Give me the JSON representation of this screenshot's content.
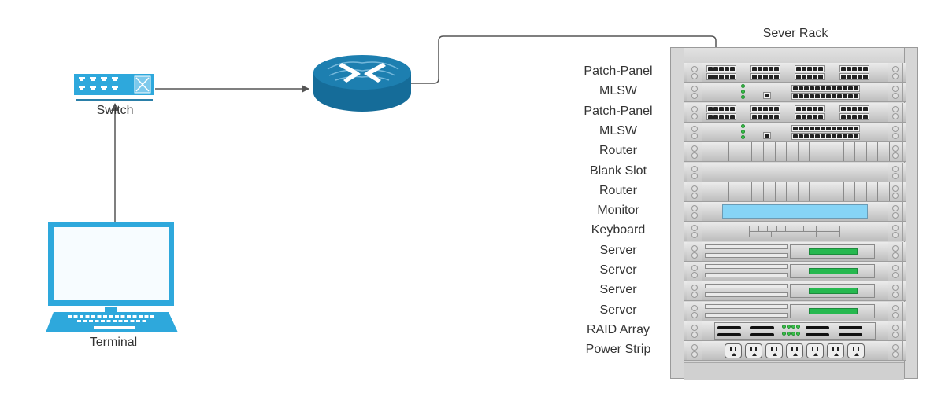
{
  "diagram": {
    "nodes": {
      "switch": {
        "label": "Switch",
        "icon": "network-switch-icon"
      },
      "router": {
        "label": "",
        "icon": "router-icon"
      },
      "terminal": {
        "label": "Terminal",
        "icon": "laptop-icon"
      },
      "rack": {
        "label": "Sever Rack",
        "icon": "server-rack-icon"
      }
    },
    "connections": [
      {
        "from": "terminal",
        "to": "switch"
      },
      {
        "from": "switch",
        "to": "router"
      },
      {
        "from": "router",
        "to": "rack"
      }
    ],
    "rack_units": [
      {
        "label": "Patch-Panel",
        "type": "patch-panel"
      },
      {
        "label": "MLSW",
        "type": "mlsw"
      },
      {
        "label": "Patch-Panel",
        "type": "patch-panel"
      },
      {
        "label": "MLSW",
        "type": "mlsw"
      },
      {
        "label": "Router",
        "type": "router"
      },
      {
        "label": "Blank Slot",
        "type": "blank"
      },
      {
        "label": "Router",
        "type": "router"
      },
      {
        "label": "Monitor",
        "type": "monitor"
      },
      {
        "label": "Keyboard",
        "type": "keyboard"
      },
      {
        "label": "Server",
        "type": "server"
      },
      {
        "label": "Server",
        "type": "server"
      },
      {
        "label": "Server",
        "type": "server"
      },
      {
        "label": "Server",
        "type": "server"
      },
      {
        "label": "RAID Array",
        "type": "raid"
      },
      {
        "label": "Power Strip",
        "type": "power-strip"
      }
    ],
    "colors": {
      "device_blue": "#2ea8dc",
      "router_blue": "#156c99",
      "edge": "#555555",
      "led_green": "#39c24a",
      "screen_blue": "#86d4f6"
    }
  }
}
